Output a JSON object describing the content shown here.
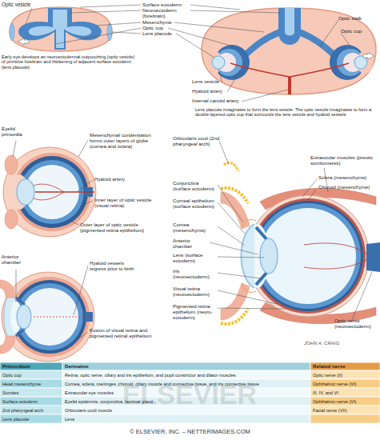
{
  "diagram": {
    "labels": [
      "Optic vesicle",
      "Surface ectoderm",
      "Neuroectoderm (forebrain)",
      "Mesenchyme",
      "Optic cup",
      "Lens placode",
      "Early eye develops as neuroectodermal outpouching (optic vesicle) of primitive forebrain and thickening of adjacent surface ectoderm (lens placode)",
      "Optic stalk",
      "Optic cup",
      "Lens vesicle",
      "Hyaloid artery",
      "Internal carotid artery",
      "Lens placode invaginates to form the lens vesicle. The optic vesicle invaginates to form a double-layered optic cup that surrounds the lens vesicle and hyaloid vessels",
      "Eyelid primordia",
      "Mesenchymal condensation forms outer layers of globe (cornea and sclera)",
      "Hyaloid artery",
      "Inner layer of optic vesicle (visual retina)",
      "Outer layer of optic vesicle (pigmented retina epithelium)",
      "Anterior chamber",
      "Hyaloid vessels regress prior to birth",
      "Fusion of visual retina and pigmented retinal epithelium",
      "Orbicularis oculi (2nd pharyngeal arch)",
      "Conjunctiva (surface ectoderm)",
      "Corneal epithelium (surface ectoderm)",
      "Cornea (mesenchyme)",
      "Anterior chamber",
      "Lens (surface ectoderm)",
      "Iris (neuroectoderm)",
      "Visual retina (neuroectoderm)",
      "Pigmented retina epithelium (neuro-ectoderm)",
      "Extraocular muscles (preotic somitomeres)",
      "Sclera (mesenchyme)",
      "Choroid (mesenchyme)",
      "Optic nerve (neuroectoderm)",
      "JOHN A. CRAIG",
      "Primordium",
      "Derivative",
      "Related nerve",
      "Optic cup",
      "Retina, optic nerve, ciliary and iris epithelium, and pupil constrictor and dilator muscles",
      "Optic nerve (II)",
      "Head mesenchyme",
      "Cornea, sclera, meninges, choroid, ciliary muscle and connective tissue, and iris connective tissue",
      "Ophthalmic nerve (VI)",
      "Somites",
      "Extraocular eye muscles",
      "III, IV, and VI",
      "Surface ectoderm",
      "Eyelid epidermis, conjunctiva, lacrimal gland",
      "Ophthalmic nerve (VI)",
      "2nd pharyngeal arch",
      "Orbicularis oculi muscle",
      "Facial nerve (VII)",
      "Lens placode",
      "Lens",
      "© ELSEVIER, INC. – NETTERIMAGES.COM",
      "ELSEVIER"
    ]
  }
}
